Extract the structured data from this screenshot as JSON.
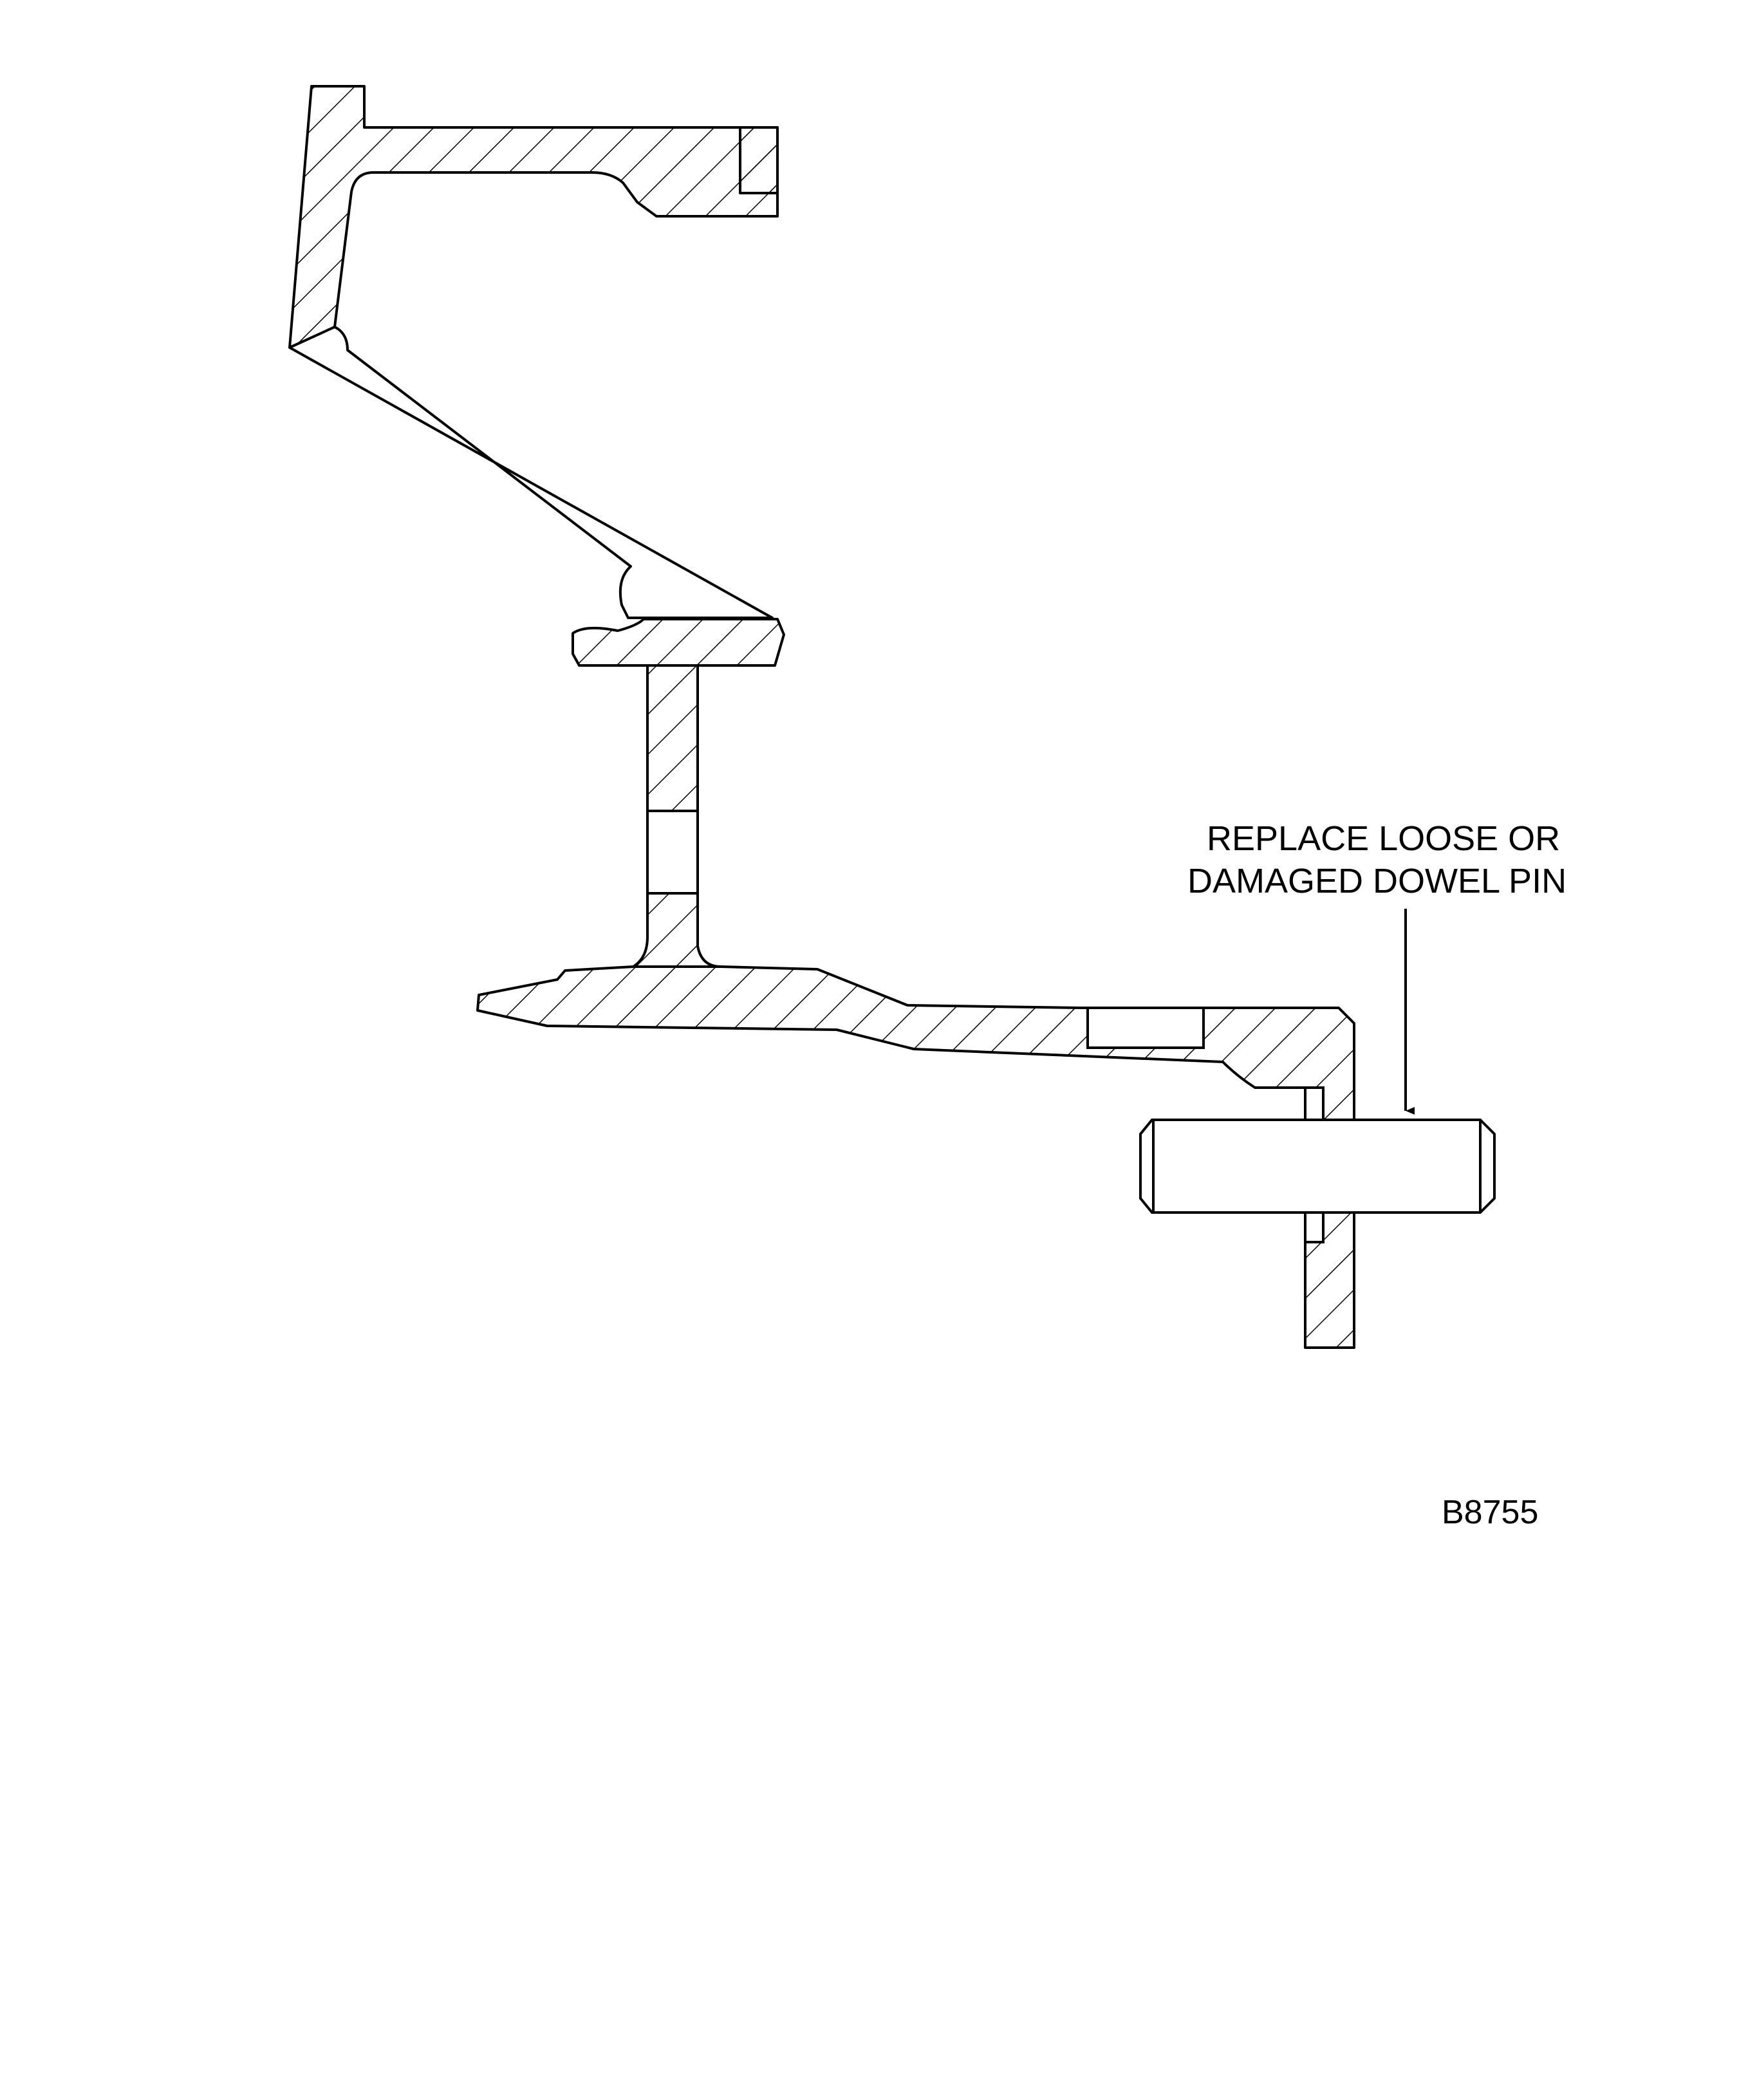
{
  "diagram": {
    "callout": {
      "line1": "REPLACE LOOSE OR",
      "line2": "DAMAGED DOWEL PIN"
    },
    "figure_id": "B8755",
    "colors": {
      "ink": "#000000",
      "background": "#ffffff"
    }
  }
}
